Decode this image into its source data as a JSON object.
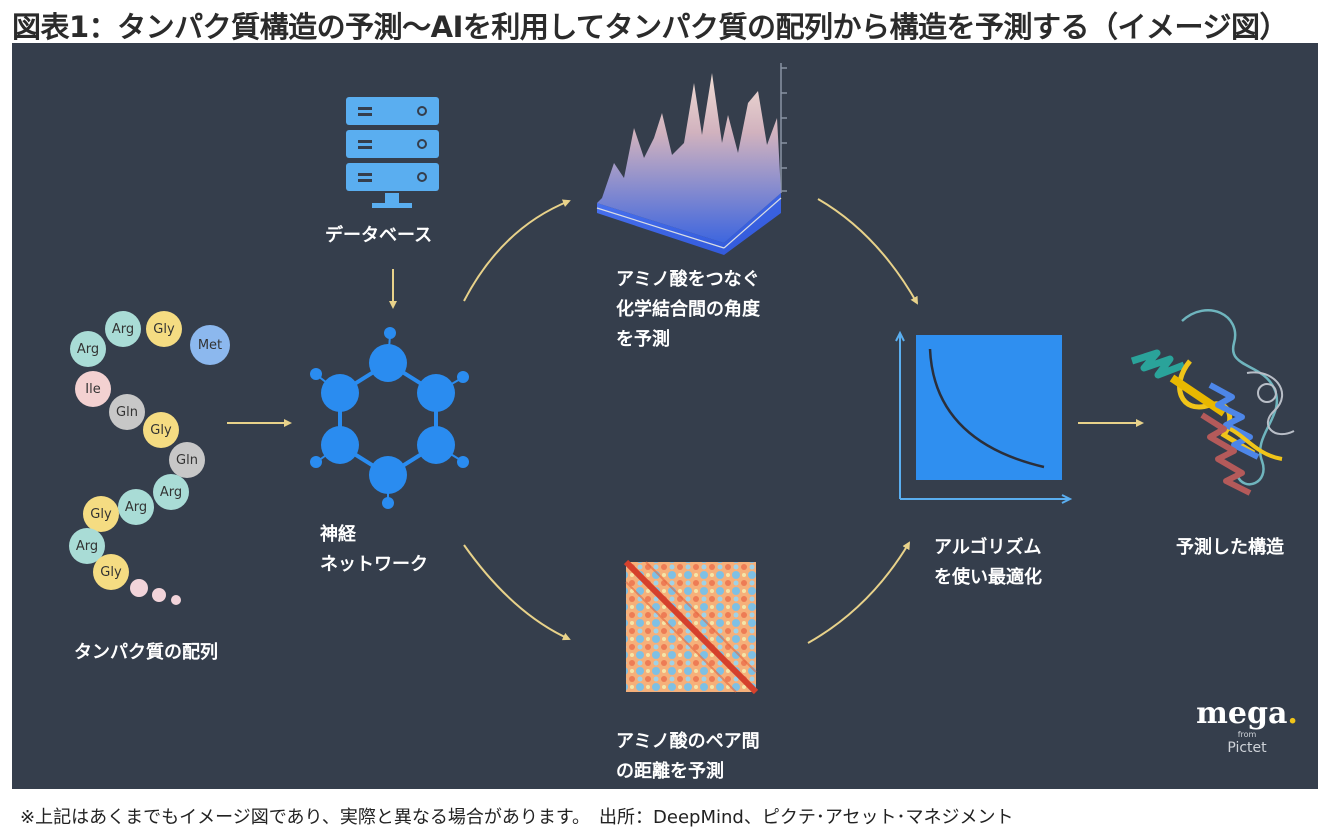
{
  "title": "図表1：タンパク質構造の予測～AIを利用してタンパク質の配列から構造を予測する（イメージ図）",
  "footer": "※上記はあくまでもイメージ図であり、実際と異なる場合があります。　出所：DeepMind、ピクテ･アセット･マネジメント",
  "labels": {
    "database": "データベース",
    "neural_network": [
      "神経",
      "ネットワーク"
    ],
    "sequence": "タンパク質の配列",
    "angles": [
      "アミノ酸をつなぐ",
      "化学結合間の角度",
      "を予測"
    ],
    "distances": [
      "アミノ酸のペア間",
      "の距離を予測"
    ],
    "optimization": [
      "アルゴリズム",
      "を使い最適化"
    ],
    "predicted": "予測した構造"
  },
  "residues": [
    {
      "name": "Arg",
      "type": "arg"
    },
    {
      "name": "Arg",
      "type": "arg"
    },
    {
      "name": "Gly",
      "type": "gly"
    },
    {
      "name": "Met",
      "type": "met"
    },
    {
      "name": "Ile",
      "type": "ile"
    },
    {
      "name": "Gln",
      "type": "gln"
    },
    {
      "name": "Gly",
      "type": "gly"
    },
    {
      "name": "Gln",
      "type": "gln"
    },
    {
      "name": "Arg",
      "type": "arg"
    },
    {
      "name": "Arg",
      "type": "arg"
    },
    {
      "name": "Gly",
      "type": "gly"
    },
    {
      "name": "Arg",
      "type": "arg"
    },
    {
      "name": "Gly",
      "type": "gly"
    }
  ],
  "logo": {
    "main": "mega",
    "from": "from",
    "sub": "Pictet"
  },
  "colors": {
    "panel": "#353e4c",
    "arrow": "#e8d28a",
    "node_blue": "#2a8cf0",
    "chart_blue": "#2f8ff0"
  }
}
